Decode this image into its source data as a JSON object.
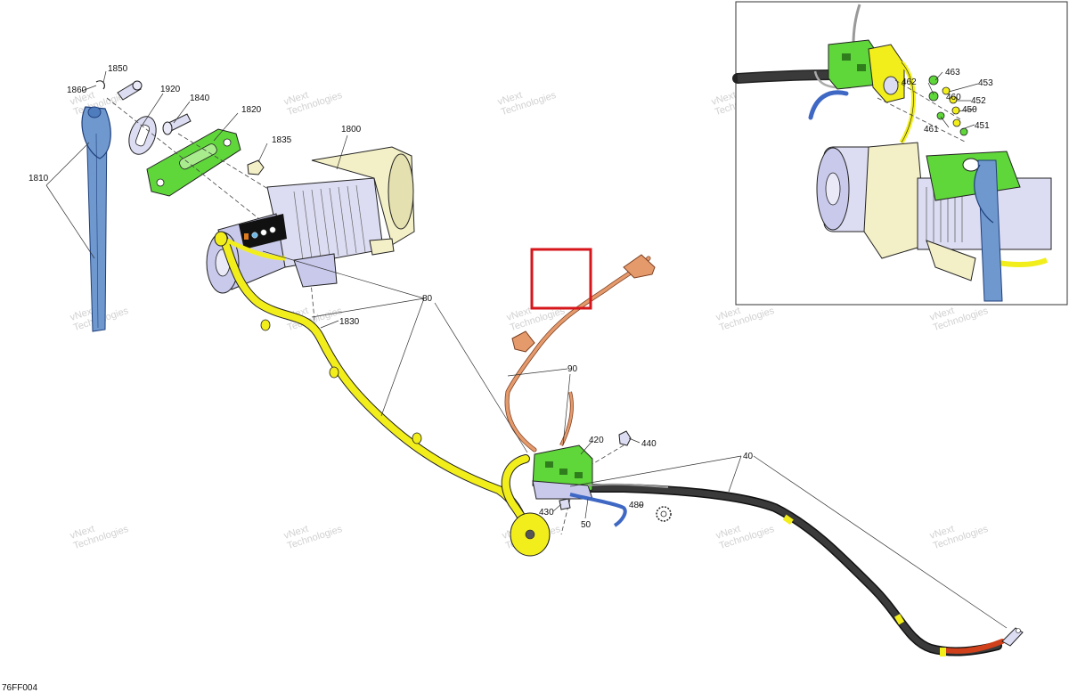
{
  "figure_code": "76FF004",
  "watermark": {
    "line1": "vNext",
    "line2": "Technologies"
  },
  "callouts": {
    "c1850": "1850",
    "c1860": "1860",
    "c1920": "1920",
    "c1840": "1840",
    "c1820": "1820",
    "c1835": "1835",
    "c1800": "1800",
    "c1810": "1810",
    "c1830": "1830",
    "c80": "80",
    "c90": "90",
    "c420": "420",
    "c440": "440",
    "c430": "430",
    "c50": "50",
    "c480": "480",
    "c40": "40",
    "c463": "463",
    "c462": "462",
    "c453": "453",
    "c460": "460",
    "c452": "452",
    "c450": "450",
    "c461": "461",
    "c451": "451"
  },
  "colors": {
    "yellow_cable": "#f2ee1c",
    "orange_cable": "#e59a6c",
    "black_cable": "#2a2a2a",
    "red_cable": "#d0401a",
    "blue_strap": "#6f98cf",
    "green_part": "#5fd63a",
    "winch_lavender": "#c9c9ec",
    "winch_cream": "#f3efc6",
    "highlight_red": "#d6161b"
  }
}
